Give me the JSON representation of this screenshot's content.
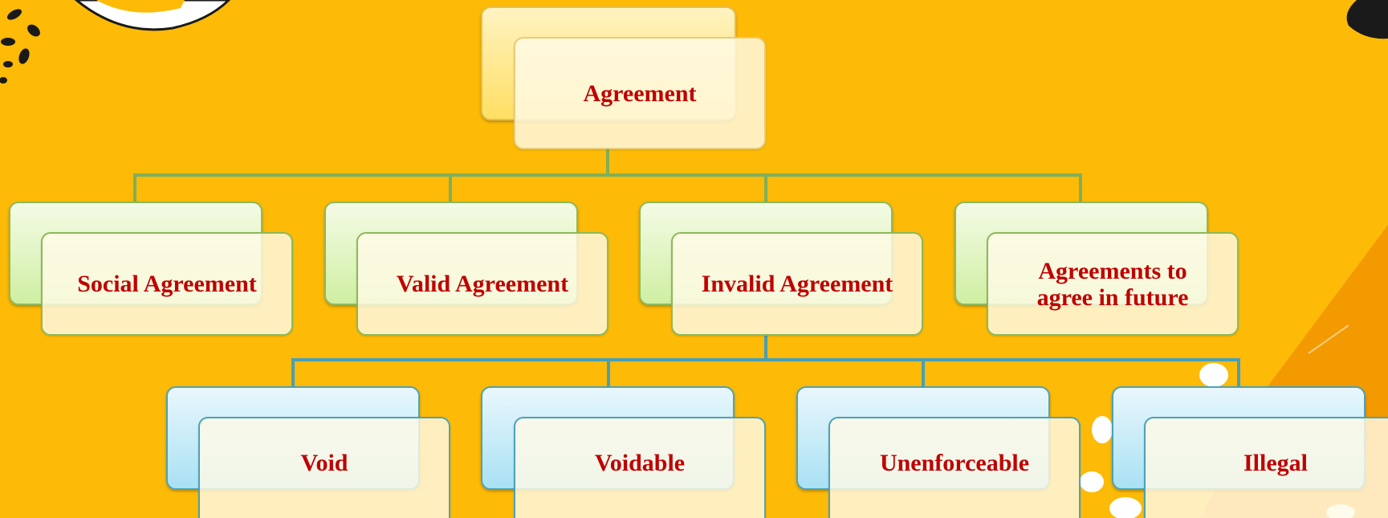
{
  "diagram": {
    "root": {
      "label": "Agreement"
    },
    "level1": [
      {
        "label": "Social Agreement"
      },
      {
        "label": "Valid Agreement"
      },
      {
        "label": "Invalid Agreement"
      },
      {
        "label": "Agreements to agree in future"
      }
    ],
    "level2": [
      {
        "label": "Void"
      },
      {
        "label": "Voidable"
      },
      {
        "label": "Unenforceable"
      },
      {
        "label": "Illegal"
      }
    ]
  },
  "colors": {
    "background": "#FDBA07",
    "label": "#C00000",
    "connector_level1": "#7FAF5A",
    "connector_level2": "#4A9FB5",
    "deco_dark": "#1A1A1A",
    "deco_orange": "#F29A00"
  }
}
